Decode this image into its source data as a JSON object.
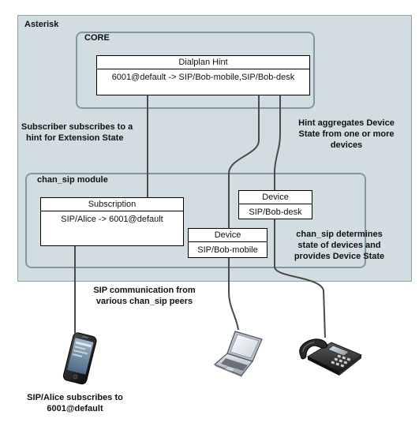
{
  "asterisk": {
    "label": "Asterisk"
  },
  "core": {
    "label": "CORE"
  },
  "dialplan_hint": {
    "title": "Dialplan Hint",
    "value": "6001@default -> SIP/Bob-mobile,SIP/Bob-desk"
  },
  "chan_sip": {
    "label": "chan_sip module"
  },
  "subscription": {
    "title": "Subscription",
    "value": "SIP/Alice -> 6001@default"
  },
  "device_desk": {
    "title": "Device",
    "value": "SIP/Bob-desk"
  },
  "device_mobile": {
    "title": "Device",
    "value": "SIP/Bob-mobile"
  },
  "notes": {
    "subscriber_line1": "Subscriber subscribes to a",
    "subscriber_line2": "hint for Extension State",
    "aggregates_line1": "Hint aggregates Device",
    "aggregates_line2": "State from one or more",
    "aggregates_line3": "devices",
    "chansip_line1": "chan_sip determines",
    "chansip_line2": "state of devices and",
    "chansip_line3": "provides Device State",
    "sipcomm_line1": "SIP communication from",
    "sipcomm_line2": "various chan_sip peers",
    "alice_line1": "SIP/Alice subscribes to",
    "alice_line2": "6001@default"
  },
  "icons": [
    "smartphone-icon",
    "laptop-icon",
    "desk-phone-icon"
  ],
  "colors": {
    "asterisk_fill": "#d2dde2",
    "module_border": "#7f98a4",
    "connector": "#4a4a4a"
  }
}
